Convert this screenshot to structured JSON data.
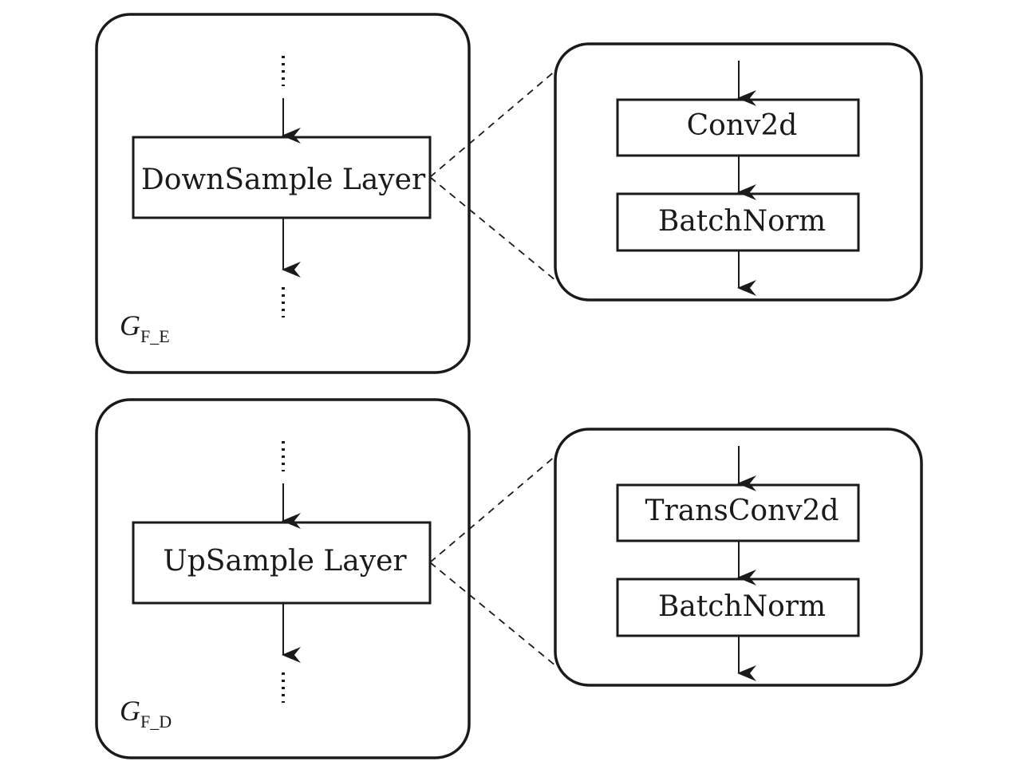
{
  "encoder": {
    "layer_label": "DownSample Layer",
    "module_symbol": "G",
    "module_subscript": "F_E",
    "detail": {
      "block1": "Conv2d",
      "block2": "BatchNorm"
    }
  },
  "decoder": {
    "layer_label": "UpSample Layer",
    "module_symbol": "G",
    "module_subscript": "F_D",
    "detail": {
      "block1": "TransConv2d",
      "block2": "BatchNorm"
    }
  },
  "colors": {
    "stroke": "#1a1a1a",
    "background": "#ffffff"
  }
}
